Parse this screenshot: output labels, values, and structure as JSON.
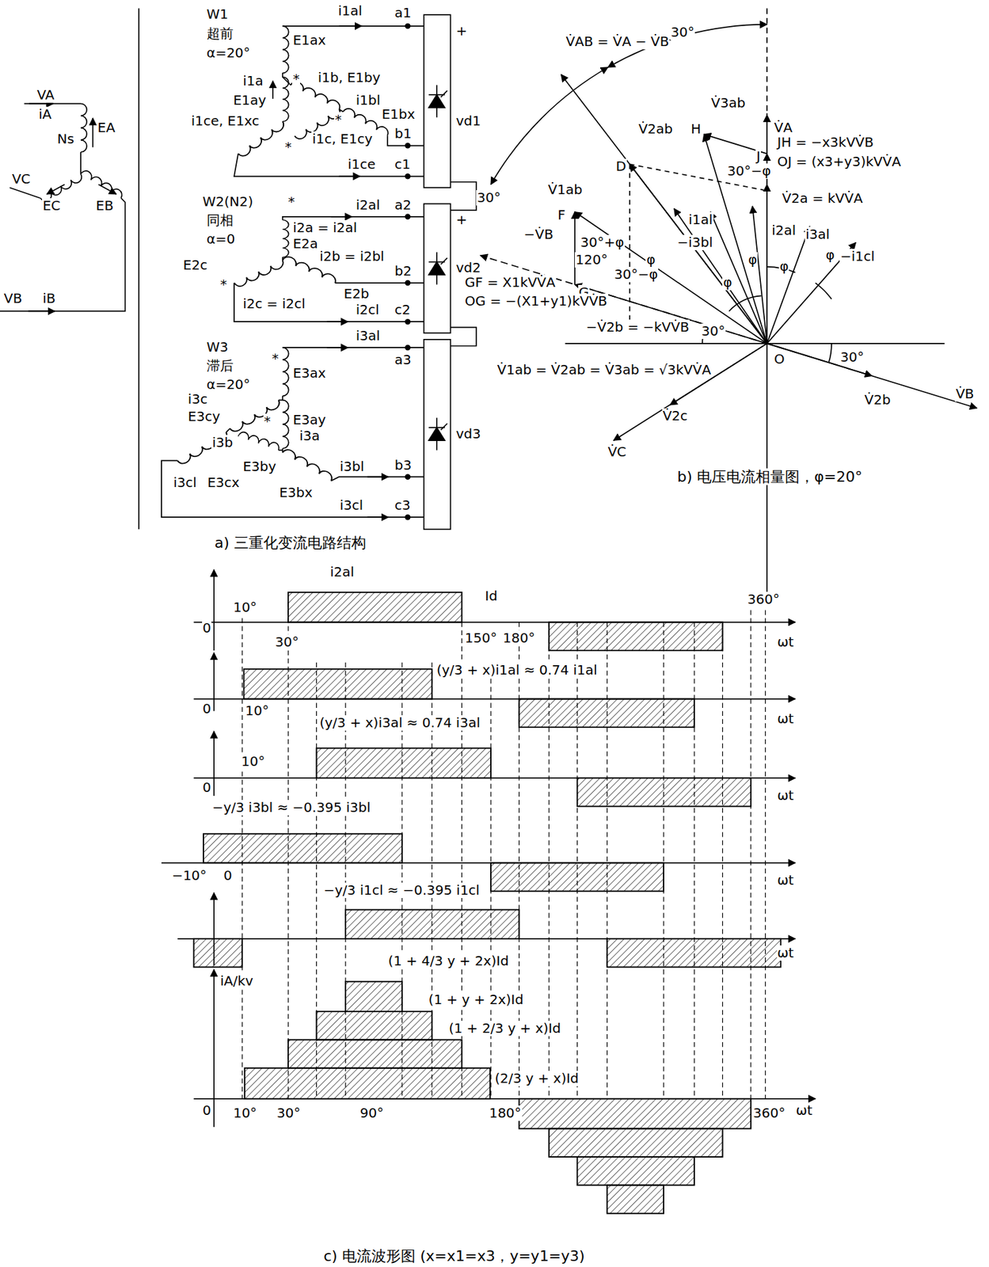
{
  "diagram": {
    "labels": [
      "VA",
      "iA",
      "Ns",
      "EA",
      "VC",
      "EC",
      "EB",
      "VB",
      "iB",
      "W1",
      "超前",
      "α=20°",
      "i1al",
      "a1",
      "+",
      "E1ax",
      "*",
      "i1a",
      "E1ay",
      "i1b, E1by",
      "*",
      "i1bl",
      "E1bx",
      "*",
      "i1ce, E1xc",
      "i1c, E1cy",
      "b1",
      "i1ce",
      "c1",
      "vd1",
      "W2(N2)",
      "同相",
      "α=0",
      "i2al",
      "a2",
      "+",
      "*",
      "i2a = i2al",
      "E2a",
      "i2b = i2bl",
      "E2c",
      "*",
      "E2b",
      "b2",
      "i2c = i2cl",
      "i2cl",
      "c2",
      "vd2",
      "i3al",
      "W3",
      "滞后",
      "α=20°",
      "a3",
      "*",
      "E3ax",
      "i3c",
      "E3cy",
      "E3ay",
      "*",
      "i3a",
      "i3b",
      "E3by",
      "i3cl",
      "E3cx",
      "E3bx",
      "i3bl",
      "b3",
      "i3cl",
      "c3",
      "vd3",
      "a) 三重化变流电路结构",
      "V̇AB = V̇A − V̇B",
      "30°",
      "V̇A",
      "V̇3ab",
      "H",
      "J",
      "JH = −x3kVV̇B",
      "OJ = (x3+y3)kVV̇A",
      "30°−φ",
      "V̇2a = kVV̇A",
      "D",
      "V̇2ab",
      "30°",
      "V̇1ab",
      "F",
      "−V̇B",
      "30°+φ",
      "120°",
      "G",
      "30°−φ",
      "GF = X1kVV̇A",
      "OG = −(X1+y1)kVV̇B",
      "i1al",
      "−i3bl",
      "i2al",
      "i3al",
      "−i1cl",
      "φ",
      "φ",
      "φ",
      "φ",
      "φ",
      "−V̇2b = −kVV̇B",
      "30°",
      "30°",
      "O",
      "V̇1ab = V̇2ab = V̇3ab = √3kVV̇A",
      "V̇B",
      "V̇2b",
      "V̇2c",
      "V̇C",
      "b) 电压电流相量图，φ=20°",
      "i2al",
      "Id",
      "10°",
      "360°",
      "0",
      "30°",
      "150°",
      "180°",
      "ωt",
      "(y/3 + x)i1al ≈ 0.74 i1al",
      "0",
      "10°",
      "ωt",
      "(y/3 + x)i3al ≈ 0.74 i3al",
      "10°",
      "0",
      "ωt",
      "−y/3 i3bl ≈ −0.395 i3bl",
      "−10°",
      "0",
      "ωt",
      "−y/3 i1cl ≈ −0.395 i1cl",
      "ωt",
      "(1 + 4/3 y + 2x)Id",
      "iA/kv",
      "(1 + y + 2x)Id",
      "(1 + 2/3 y + x)Id",
      "(2/3 y + x)Id",
      "0",
      "10°",
      "30°",
      "90°",
      "180°",
      "360°",
      "ωt",
      "c) 电流波形图 (x=x1=x3，y=y1=y3)"
    ]
  }
}
